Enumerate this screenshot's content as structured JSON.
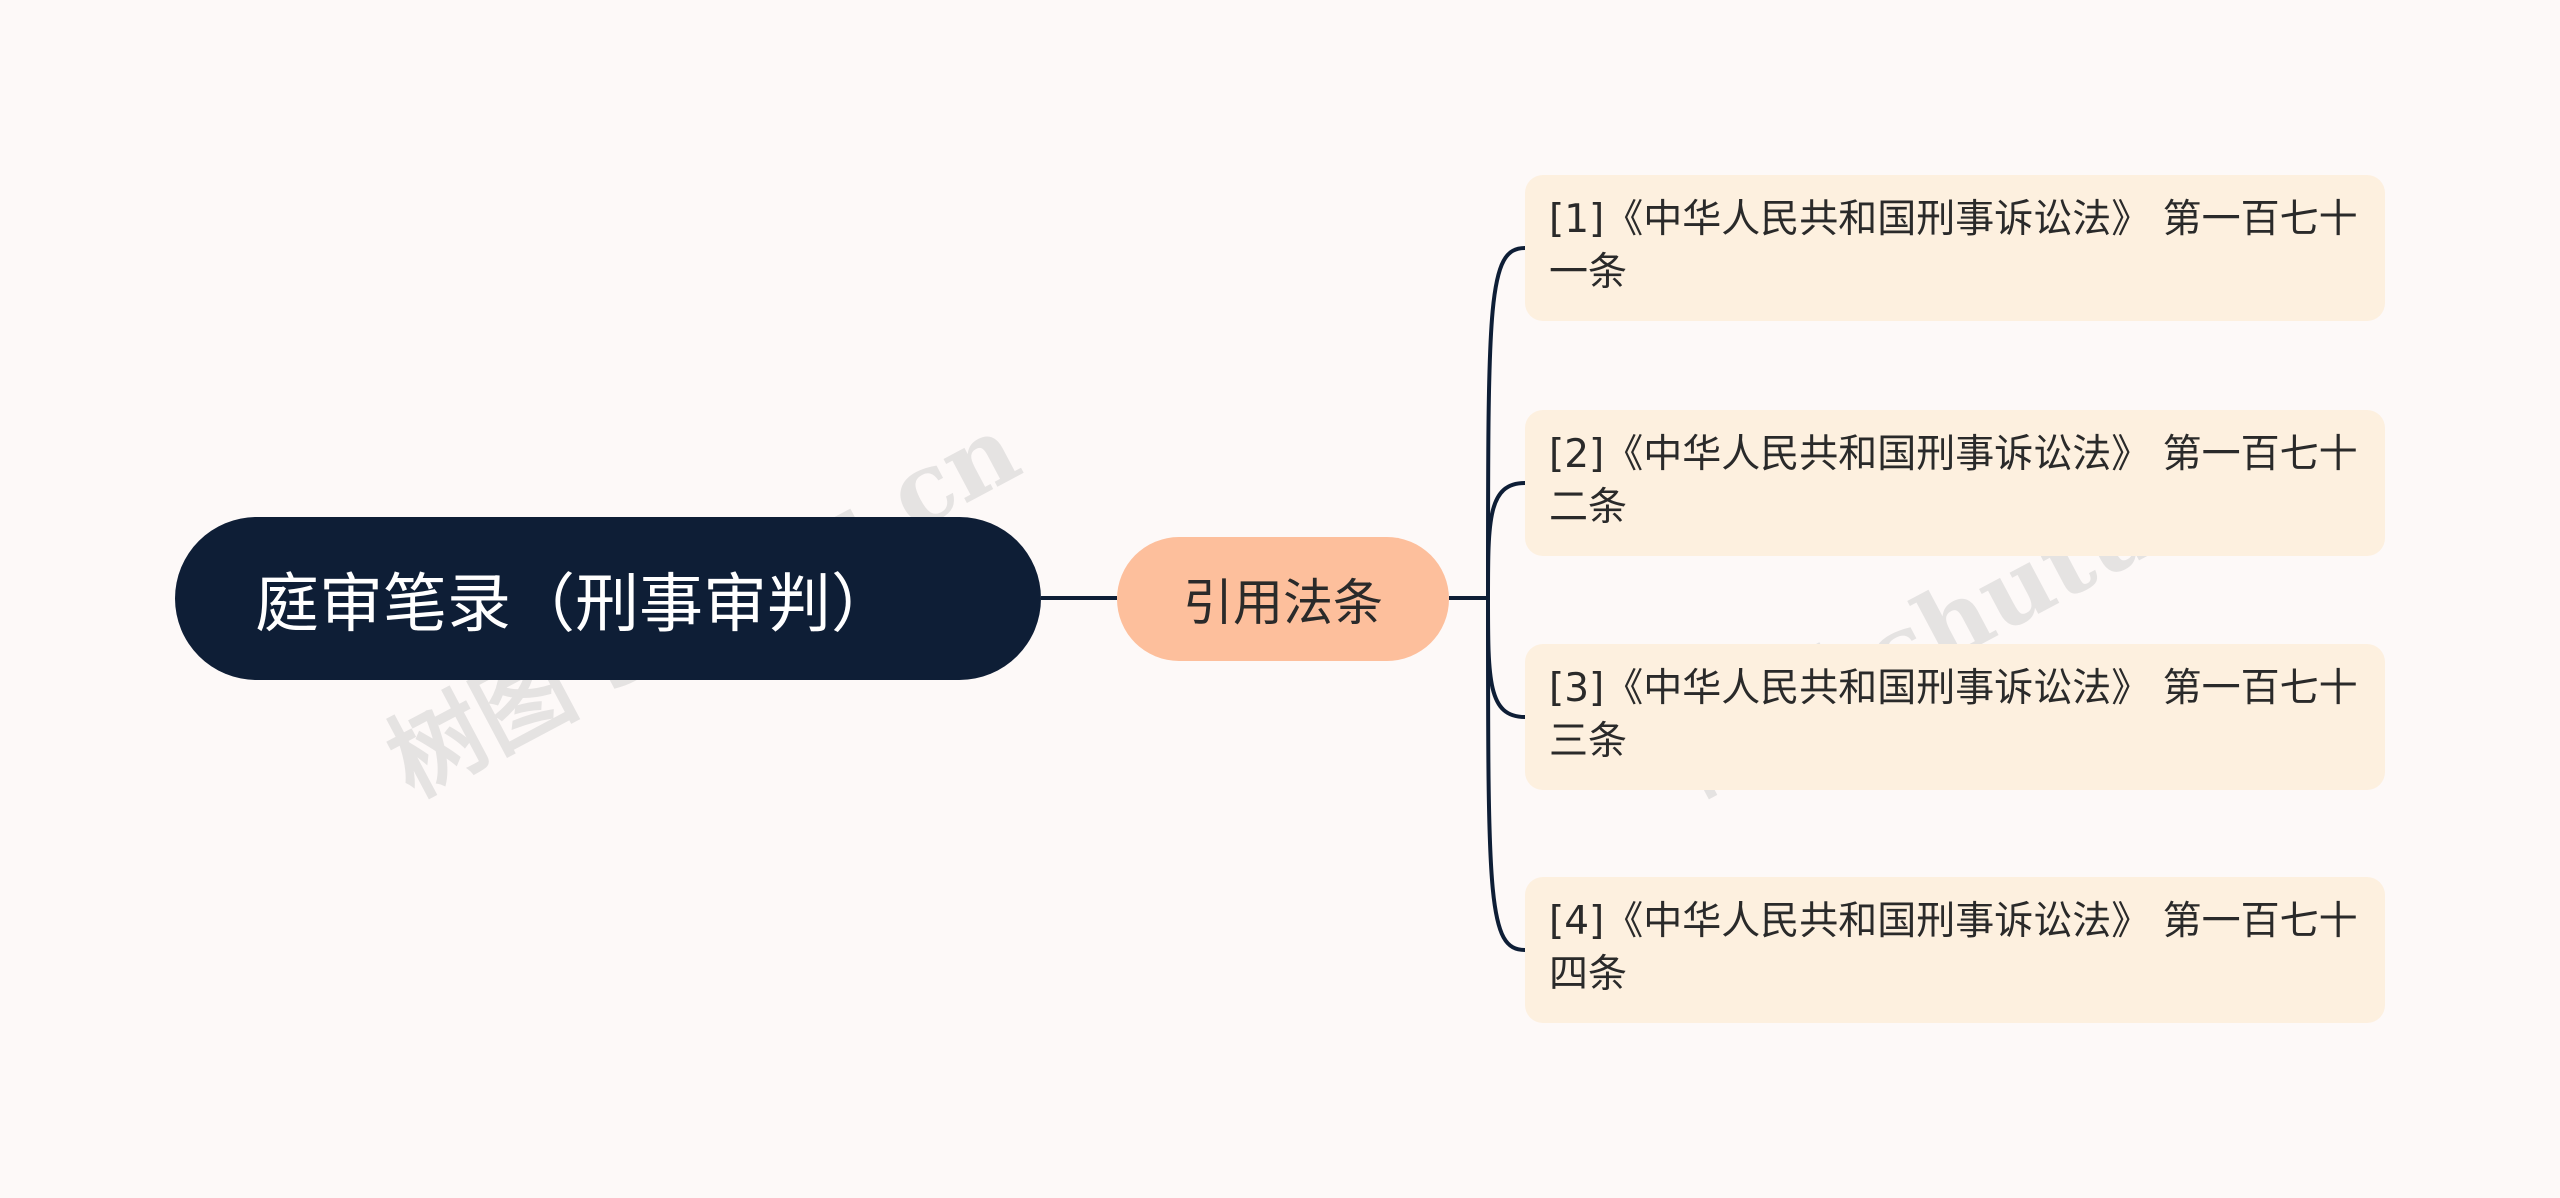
{
  "root": {
    "label": "庭审笔录（刑事审判）"
  },
  "branch": {
    "label": "引用法条"
  },
  "leaves": [
    {
      "label": "[1]《中华人民共和国刑事诉讼法》 第一百七十一条"
    },
    {
      "label": "[2]《中华人民共和国刑事诉讼法》 第一百七十二条"
    },
    {
      "label": "[3]《中华人民共和国刑事诉讼法》 第一百七十三条"
    },
    {
      "label": "[4]《中华人民共和国刑事诉讼法》 第一百七十四条"
    }
  ],
  "watermark": "树图 shutu.cn",
  "colors": {
    "background": "#fdf9f8",
    "root_fill": "#0e1e36",
    "branch_fill": "#fdbf9c",
    "leaf_fill": "#fdf0df",
    "connector": "#0e1e36"
  }
}
